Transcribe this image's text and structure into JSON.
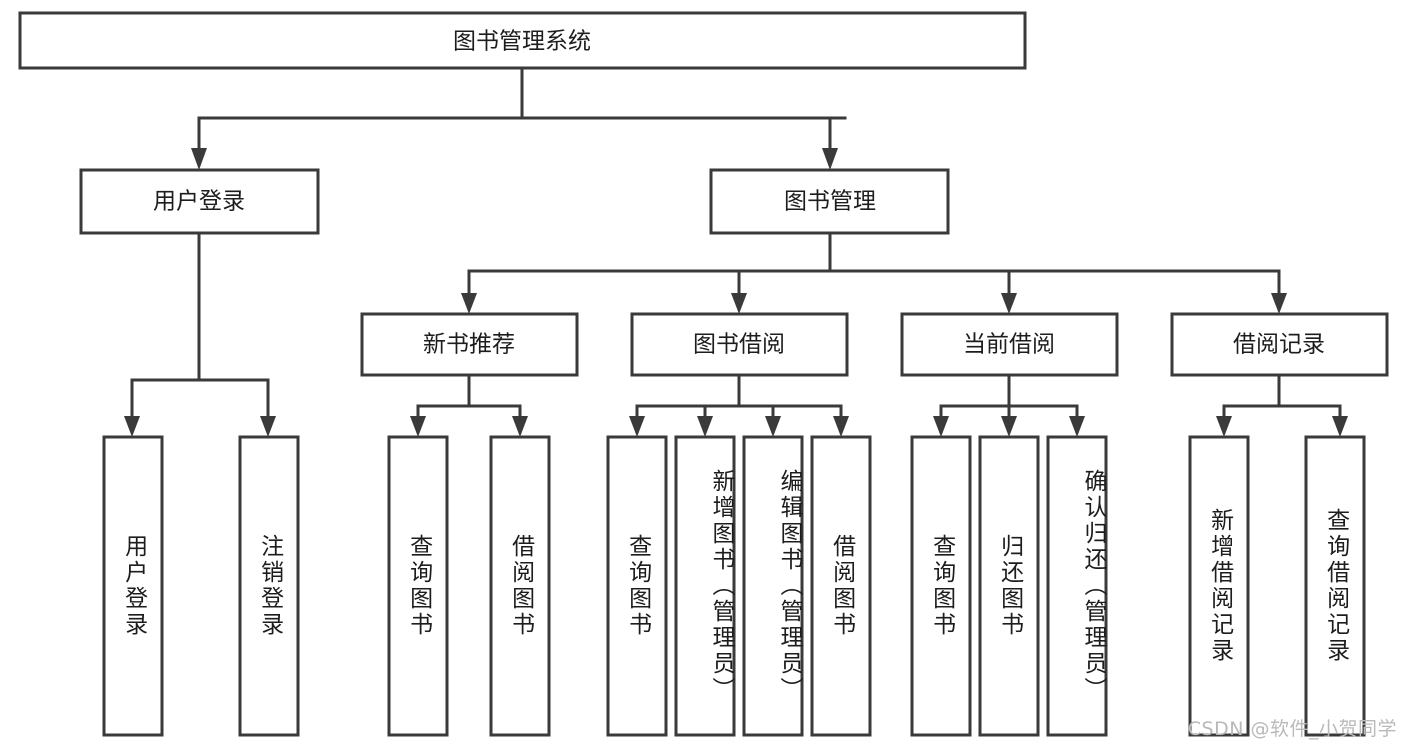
{
  "diagram": {
    "type": "tree-hierarchy",
    "title": "图书管理系统",
    "root": {
      "id": "root",
      "label": "图书管理系统"
    },
    "level2": [
      {
        "id": "user-login",
        "label": "用户登录"
      },
      {
        "id": "book-manage",
        "label": "图书管理"
      }
    ],
    "level3": [
      {
        "id": "new-book-recommend",
        "label": "新书推荐",
        "parent": "book-manage"
      },
      {
        "id": "book-borrow",
        "label": "图书借阅",
        "parent": "book-manage"
      },
      {
        "id": "current-borrow",
        "label": "当前借阅",
        "parent": "book-manage"
      },
      {
        "id": "borrow-record",
        "label": "借阅记录",
        "parent": "book-manage"
      }
    ],
    "leaves": [
      {
        "id": "leaf-user-login",
        "label": "用户登录",
        "parent": "user-login"
      },
      {
        "id": "leaf-logout",
        "label": "注销登录",
        "parent": "user-login"
      },
      {
        "id": "leaf-query-book-1",
        "label": "查询图书",
        "parent": "new-book-recommend"
      },
      {
        "id": "leaf-borrow-book-1",
        "label": "借阅图书",
        "parent": "new-book-recommend"
      },
      {
        "id": "leaf-query-book-2",
        "label": "查询图书",
        "parent": "book-borrow"
      },
      {
        "id": "leaf-add-book",
        "label": "新增图书（管理员）",
        "parent": "book-borrow"
      },
      {
        "id": "leaf-edit-book",
        "label": "编辑图书（管理员）",
        "parent": "book-borrow"
      },
      {
        "id": "leaf-borrow-book-2",
        "label": "借阅图书",
        "parent": "book-borrow"
      },
      {
        "id": "leaf-query-book-3",
        "label": "查询图书",
        "parent": "current-borrow"
      },
      {
        "id": "leaf-return-book",
        "label": "归还图书",
        "parent": "current-borrow"
      },
      {
        "id": "leaf-confirm-return",
        "label": "确认归还（管理员）",
        "parent": "current-borrow"
      },
      {
        "id": "leaf-add-record",
        "label": "新增借阅记录",
        "parent": "borrow-record"
      },
      {
        "id": "leaf-query-record",
        "label": "查询借阅记录",
        "parent": "borrow-record"
      }
    ],
    "colors": {
      "stroke": "#3a3a3a",
      "fill": "#ffffff",
      "text": "#1d1d1d",
      "watermark": "#b9b9b9"
    }
  },
  "watermark": {
    "text": "CSDN @软件_小贺同学"
  }
}
